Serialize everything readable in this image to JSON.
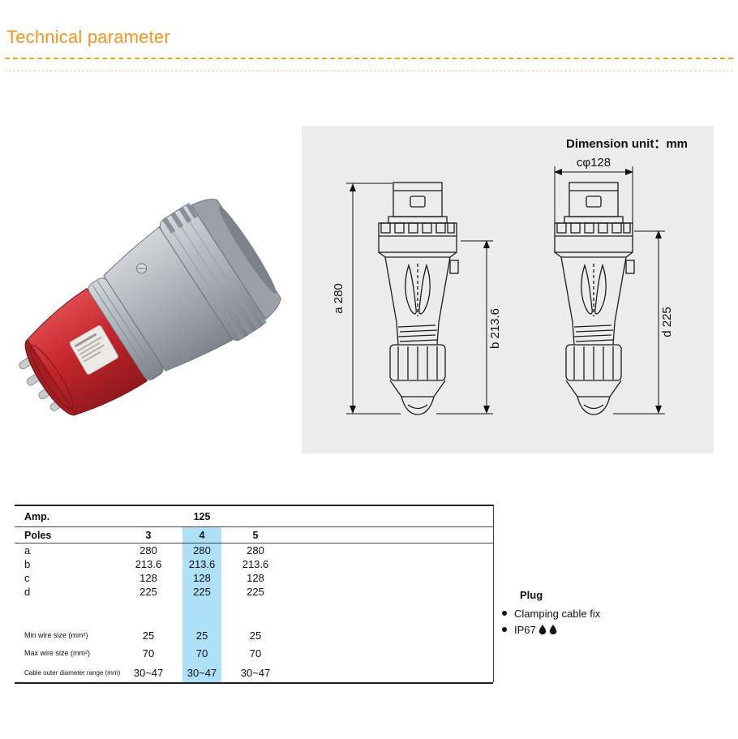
{
  "header": {
    "title": "Technical parameter"
  },
  "colors": {
    "accent_orange": "#f7941d",
    "highlight_blue": "#aee0f8",
    "panel_gray": "#ececec",
    "product_red": "#c4262c"
  },
  "drawing_panel": {
    "unit_note": "Dimension unit：mm",
    "dims": {
      "a": "a 280",
      "b": "b 213.6",
      "c": "cφ128",
      "d": "d 225"
    }
  },
  "table": {
    "amp_label": "Amp.",
    "amp_value": "125",
    "poles_label": "Poles",
    "pole_columns": [
      "3",
      "4",
      "5"
    ],
    "highlighted_column": "4",
    "dim_rows": [
      {
        "label": "a",
        "values": [
          "280",
          "280",
          "280"
        ]
      },
      {
        "label": "b",
        "values": [
          "213.6",
          "213.6",
          "213.6"
        ]
      },
      {
        "label": "c",
        "values": [
          "128",
          "128",
          "128"
        ]
      },
      {
        "label": "d",
        "values": [
          "225",
          "225",
          "225"
        ]
      }
    ],
    "spec_rows": [
      {
        "label": "Min wire size (mm²)",
        "values": [
          "25",
          "25",
          "25"
        ]
      },
      {
        "label": "Max wire size (mm²)",
        "values": [
          "70",
          "70",
          "70"
        ]
      },
      {
        "label": "Cable outer diameter range (mm)",
        "values": [
          "30~47",
          "30~47",
          "30~47"
        ]
      }
    ]
  },
  "info": {
    "title": "Plug",
    "items": [
      {
        "text": "Clamping cable fix"
      },
      {
        "text": "IP67"
      }
    ]
  }
}
